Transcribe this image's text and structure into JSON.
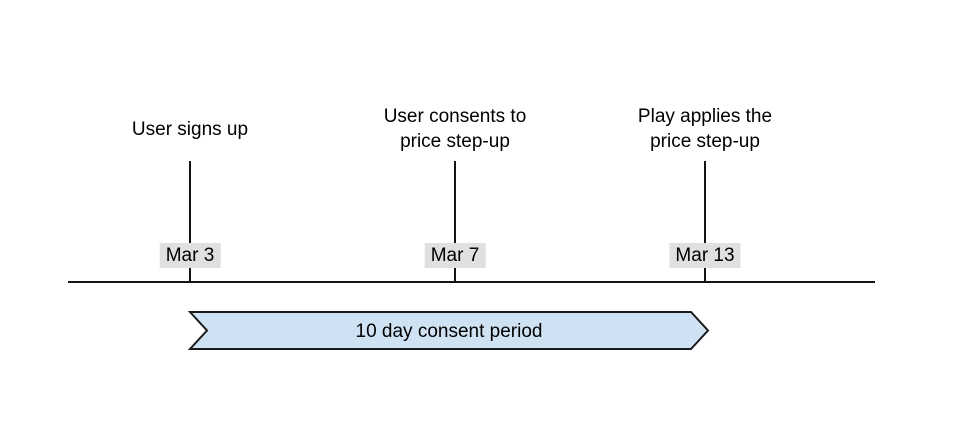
{
  "diagram": {
    "type": "timeline",
    "events": [
      {
        "label": "User signs up",
        "date": "Mar 3"
      },
      {
        "label": "User consents to\nprice step-up",
        "date": "Mar 7"
      },
      {
        "label": "Play applies the\nprice step-up",
        "date": "Mar 13"
      }
    ],
    "period_banner": {
      "label": "10 day consent period"
    },
    "colors": {
      "background": "#ffffff",
      "line": "#141414",
      "text": "#000000",
      "date_chip_bg": "#e0e0e0",
      "banner_fill": "#cfe2f3",
      "banner_stroke": "#1a1a1a"
    }
  }
}
